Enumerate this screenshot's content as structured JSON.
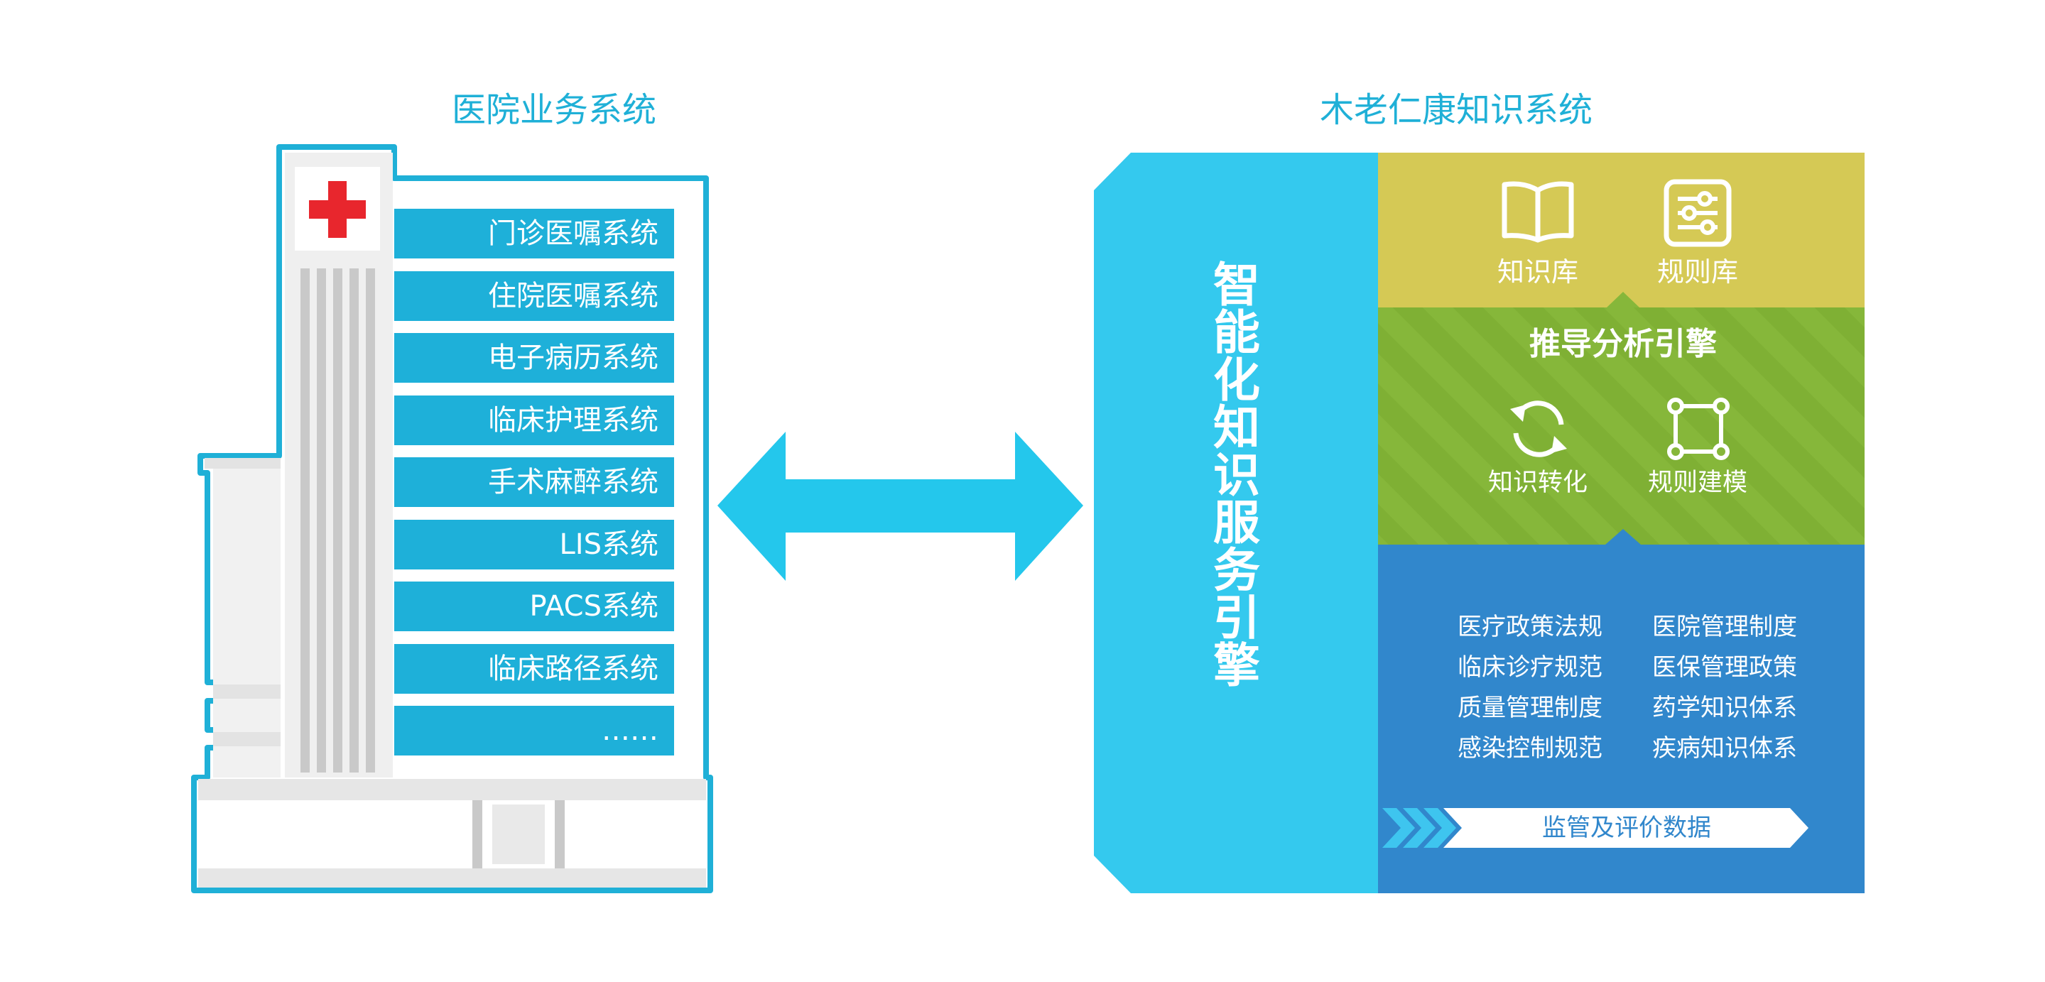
{
  "hospital": {
    "title": "医院业务系统",
    "systems": [
      "门诊医嘱系统",
      "住院医嘱系统",
      "电子病历系统",
      "临床护理系统",
      "手术麻醉系统",
      "LIS系统",
      "PACS系统",
      "临床路径系统",
      "……"
    ]
  },
  "knowledge": {
    "title": "木老仁康知识系统",
    "engine_chars": [
      "智",
      "能",
      "化",
      "知",
      "识",
      "服",
      "务",
      "引",
      "擎"
    ],
    "top": {
      "items": [
        "知识库",
        "规则库"
      ]
    },
    "middle": {
      "title": "推导分析引擎",
      "items": [
        "知识转化",
        "规则建模"
      ]
    },
    "bottom": {
      "items": [
        "医疗政策法规",
        "医院管理制度",
        "临床诊疗规范",
        "医保管理政策",
        "质量管理制度",
        "药学知识体系",
        "感染控制规范",
        "疾病知识体系"
      ],
      "banner": "监管及评价数据"
    }
  },
  "colors": {
    "cyan": "#1fb0d7",
    "bright_cyan": "#24c7ec",
    "engine_blue": "#34c9ee",
    "olive": "#d5c955",
    "green": "#86b73a",
    "blue": "#3187cc",
    "red": "#e8262d"
  }
}
